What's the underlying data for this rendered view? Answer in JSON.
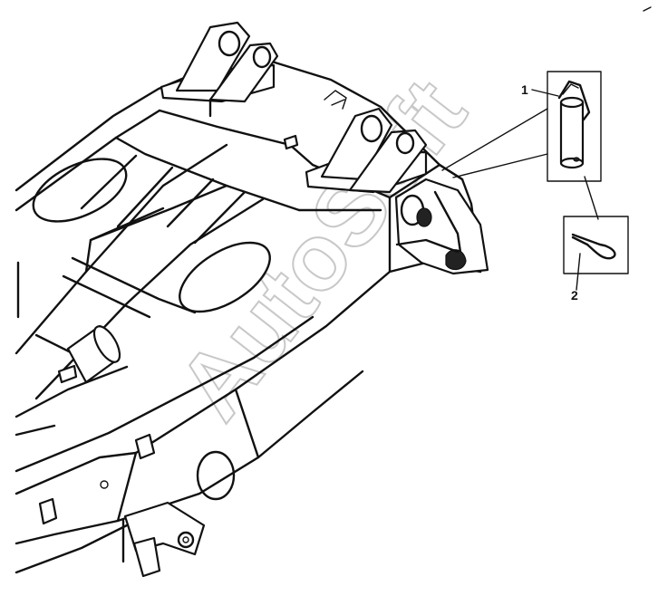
{
  "callouts": [
    {
      "label": "1",
      "part": "pin"
    },
    {
      "label": "2",
      "part": "cotter-pin"
    }
  ],
  "watermark": "AutoSoft",
  "colors": {
    "line": "#111111",
    "background": "#ffffff",
    "watermark": "#c8c8c8"
  }
}
